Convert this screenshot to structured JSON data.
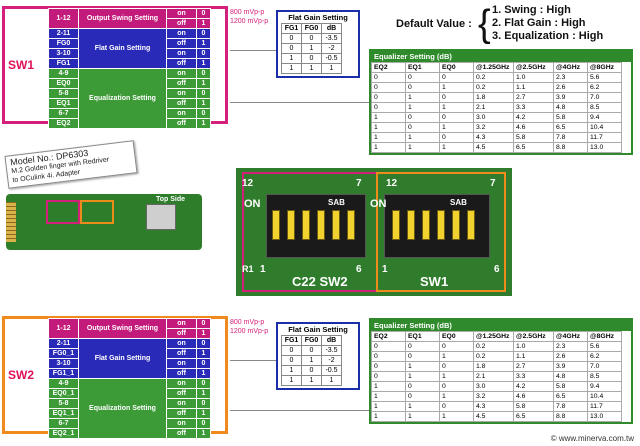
{
  "default_value": {
    "label": "Default Value :",
    "items": [
      "1. Swing : High",
      "2. Flat Gain : High",
      "3. Equalization : High"
    ]
  },
  "sw1": {
    "label": "SW1",
    "output_swing": {
      "pos": "1-12",
      "name": "Output Swing Setting",
      "rows": [
        [
          "on",
          "0"
        ],
        [
          "off",
          "1"
        ]
      ]
    },
    "mvp": [
      "800 mVp-p",
      "1200 mVp-p"
    ],
    "flat_gain": {
      "pos": [
        "2-11",
        "FG0",
        "3-10",
        "FG1"
      ],
      "name": "Flat Gain Setting",
      "rows": [
        [
          "on",
          "0"
        ],
        [
          "off",
          "1"
        ],
        [
          "on",
          "0"
        ],
        [
          "off",
          "1"
        ]
      ]
    },
    "equalization": {
      "pos": [
        "4-9",
        "EQ0",
        "5-8",
        "EQ1",
        "6-7",
        "EQ2"
      ],
      "name": "Equalization Setting",
      "rows": [
        [
          "on",
          "0"
        ],
        [
          "off",
          "1"
        ],
        [
          "on",
          "0"
        ],
        [
          "off",
          "1"
        ],
        [
          "on",
          "0"
        ],
        [
          "off",
          "1"
        ]
      ]
    }
  },
  "sw2": {
    "label": "SW2",
    "output_swing": {
      "pos": "1-12",
      "name": "Output Swing Setting",
      "rows": [
        [
          "on",
          "0"
        ],
        [
          "off",
          "1"
        ]
      ]
    },
    "mvp": [
      "800 mVp-p",
      "1200 mVp-p"
    ],
    "flat_gain": {
      "pos": [
        "2-11",
        "FG0_1",
        "3-10",
        "FG1_1"
      ],
      "name": "Flat Gain Setting",
      "rows": [
        [
          "on",
          "0"
        ],
        [
          "off",
          "1"
        ],
        [
          "on",
          "0"
        ],
        [
          "off",
          "1"
        ]
      ]
    },
    "equalization": {
      "pos": [
        "4-9",
        "EQ0_1",
        "5-8",
        "EQ1_1",
        "6-7",
        "EQ2_1"
      ],
      "name": "Equalization Setting",
      "rows": [
        [
          "on",
          "0"
        ],
        [
          "off",
          "1"
        ],
        [
          "on",
          "0"
        ],
        [
          "off",
          "1"
        ],
        [
          "on",
          "0"
        ],
        [
          "off",
          "1"
        ]
      ]
    }
  },
  "flat_gain_table": {
    "title": "Flat Gain Setting",
    "headers": [
      "FG1",
      "FG0",
      "dB"
    ],
    "rows": [
      [
        "0",
        "0",
        "-3.5"
      ],
      [
        "0",
        "1",
        "-2"
      ],
      [
        "1",
        "0",
        "-0.5"
      ],
      [
        "1",
        "1",
        "1"
      ]
    ]
  },
  "eq_table": {
    "title": "Equalizer Setting (dB)",
    "headers": [
      "EQ2",
      "EQ1",
      "EQ0",
      "@1.25GHz",
      "@2.5GHz",
      "@4GHz",
      "@8GHz"
    ],
    "rows": [
      [
        "0",
        "0",
        "0",
        "0.2",
        "1.0",
        "2.3",
        "5.6"
      ],
      [
        "0",
        "0",
        "1",
        "0.2",
        "1.1",
        "2.6",
        "6.2"
      ],
      [
        "0",
        "1",
        "0",
        "1.8",
        "2.7",
        "3.9",
        "7.0"
      ],
      [
        "0",
        "1",
        "1",
        "2.1",
        "3.3",
        "4.8",
        "8.5"
      ],
      [
        "1",
        "0",
        "0",
        "3.0",
        "4.2",
        "5.8",
        "9.4"
      ],
      [
        "1",
        "0",
        "1",
        "3.2",
        "4.6",
        "6.5",
        "10.4"
      ],
      [
        "1",
        "1",
        "0",
        "4.3",
        "5.8",
        "7.8",
        "11.7"
      ],
      [
        "1",
        "1",
        "1",
        "4.5",
        "6.5",
        "8.8",
        "13.0"
      ]
    ]
  },
  "model_card": {
    "line1": "Model No.: DP6303",
    "line2": "M.2 Golden finger with Redriver",
    "line3": "to OCulink 4i. Adapter"
  },
  "board": {
    "top_side": "Top Side"
  },
  "photo": {
    "on1": "ON",
    "on2": "ON",
    "sab1": "SAB",
    "sab2": "SAB",
    "sw2": "C22 SW2",
    "sw1": "SW1",
    "n12a": "12",
    "n7a": "7",
    "n1a": "1",
    "n6a": "6",
    "n12b": "12",
    "n7b": "7",
    "n1b": "1",
    "n6b": "6",
    "r1": "R1"
  },
  "footer": "© www.minerva.com.tw",
  "colors": {
    "magenta": "#c31b7b",
    "blue": "#2a2ab8",
    "green": "#3c9a37",
    "pink_border": "#d4207a",
    "orange_border": "#f08a1c"
  }
}
